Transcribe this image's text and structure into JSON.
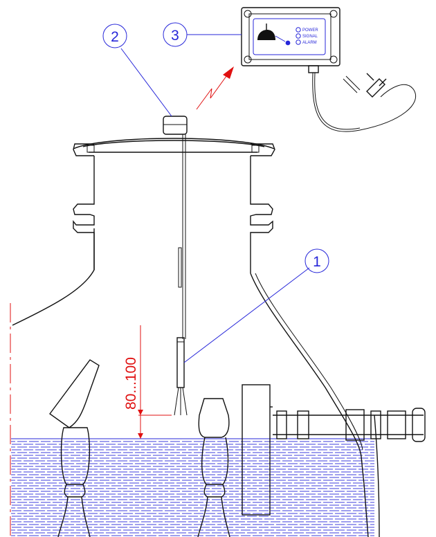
{
  "callouts": [
    {
      "id": "1",
      "label": "1"
    },
    {
      "id": "2",
      "label": "2"
    },
    {
      "id": "3",
      "label": "3"
    }
  ],
  "dimension": {
    "label": "80...100"
  },
  "control_unit": {
    "indicators": [
      "POWER",
      "SIGNAL",
      "ALARM"
    ]
  },
  "colors": {
    "callout": "#2626d9",
    "dimension": "#e01010",
    "wireless_signal": "#e01010",
    "liquid_hatch": "#2626d9",
    "outline": "#111111"
  }
}
